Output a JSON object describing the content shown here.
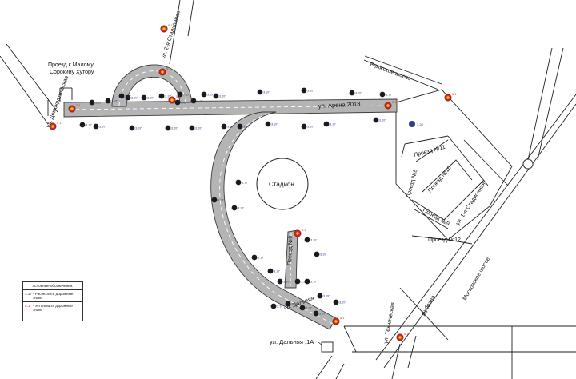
{
  "streets": {
    "proezd_maly": "Проезд к Малому\nСорокину Хутору",
    "ul_stadionnaya_2": "ул. 2-я Стадионная",
    "ul_arena": "ул. Арена 2018",
    "volzhskoe": "Волжское шоссе",
    "ul_1_stadionnaya": "ул. 1-я Стадионная",
    "proezd_11": "Проезд №11",
    "proezd_10": "Проезд №10",
    "proezd_8": "Проезд №8",
    "proezd_9": "Проезд №9",
    "proezd_12": "Проезд №12",
    "moskovskoe": "Московское шоссе",
    "dubrava": "Дубрава",
    "ul_dalnyaya": "ул. Дальняя",
    "ul_dalnyaya_1a": "ул. Дальняя ,1А",
    "ul_tekhnicheskaya": "ул. Техническая",
    "ul_demokraticheskaya": "ул. Демократическая",
    "proezd_no": "Проезд №9"
  },
  "stadium": {
    "label": "Стадион"
  },
  "legend": {
    "title": "Условные обозначения:",
    "rows": [
      {
        "code": "3.37",
        "text": "- Расчехлить дорожные знаки",
        "color": "#2a3f8f"
      },
      {
        "code": "5.1",
        "text": "- Установить дорожные знаки",
        "color": "#c0392b"
      }
    ]
  },
  "sign_codes": {
    "blue": "3.37",
    "red": "5.1",
    "blue_alt": "3.28"
  },
  "colors": {
    "road_fill": "#b4b4b4",
    "road_edge": "#3c3c3c",
    "sign_dark": "#1a1a1a",
    "sign_red": "#cc2a1f",
    "sign_yellow": "#f2c12e",
    "text_blue": "#2a3f8f",
    "text_red": "#c0392b"
  }
}
